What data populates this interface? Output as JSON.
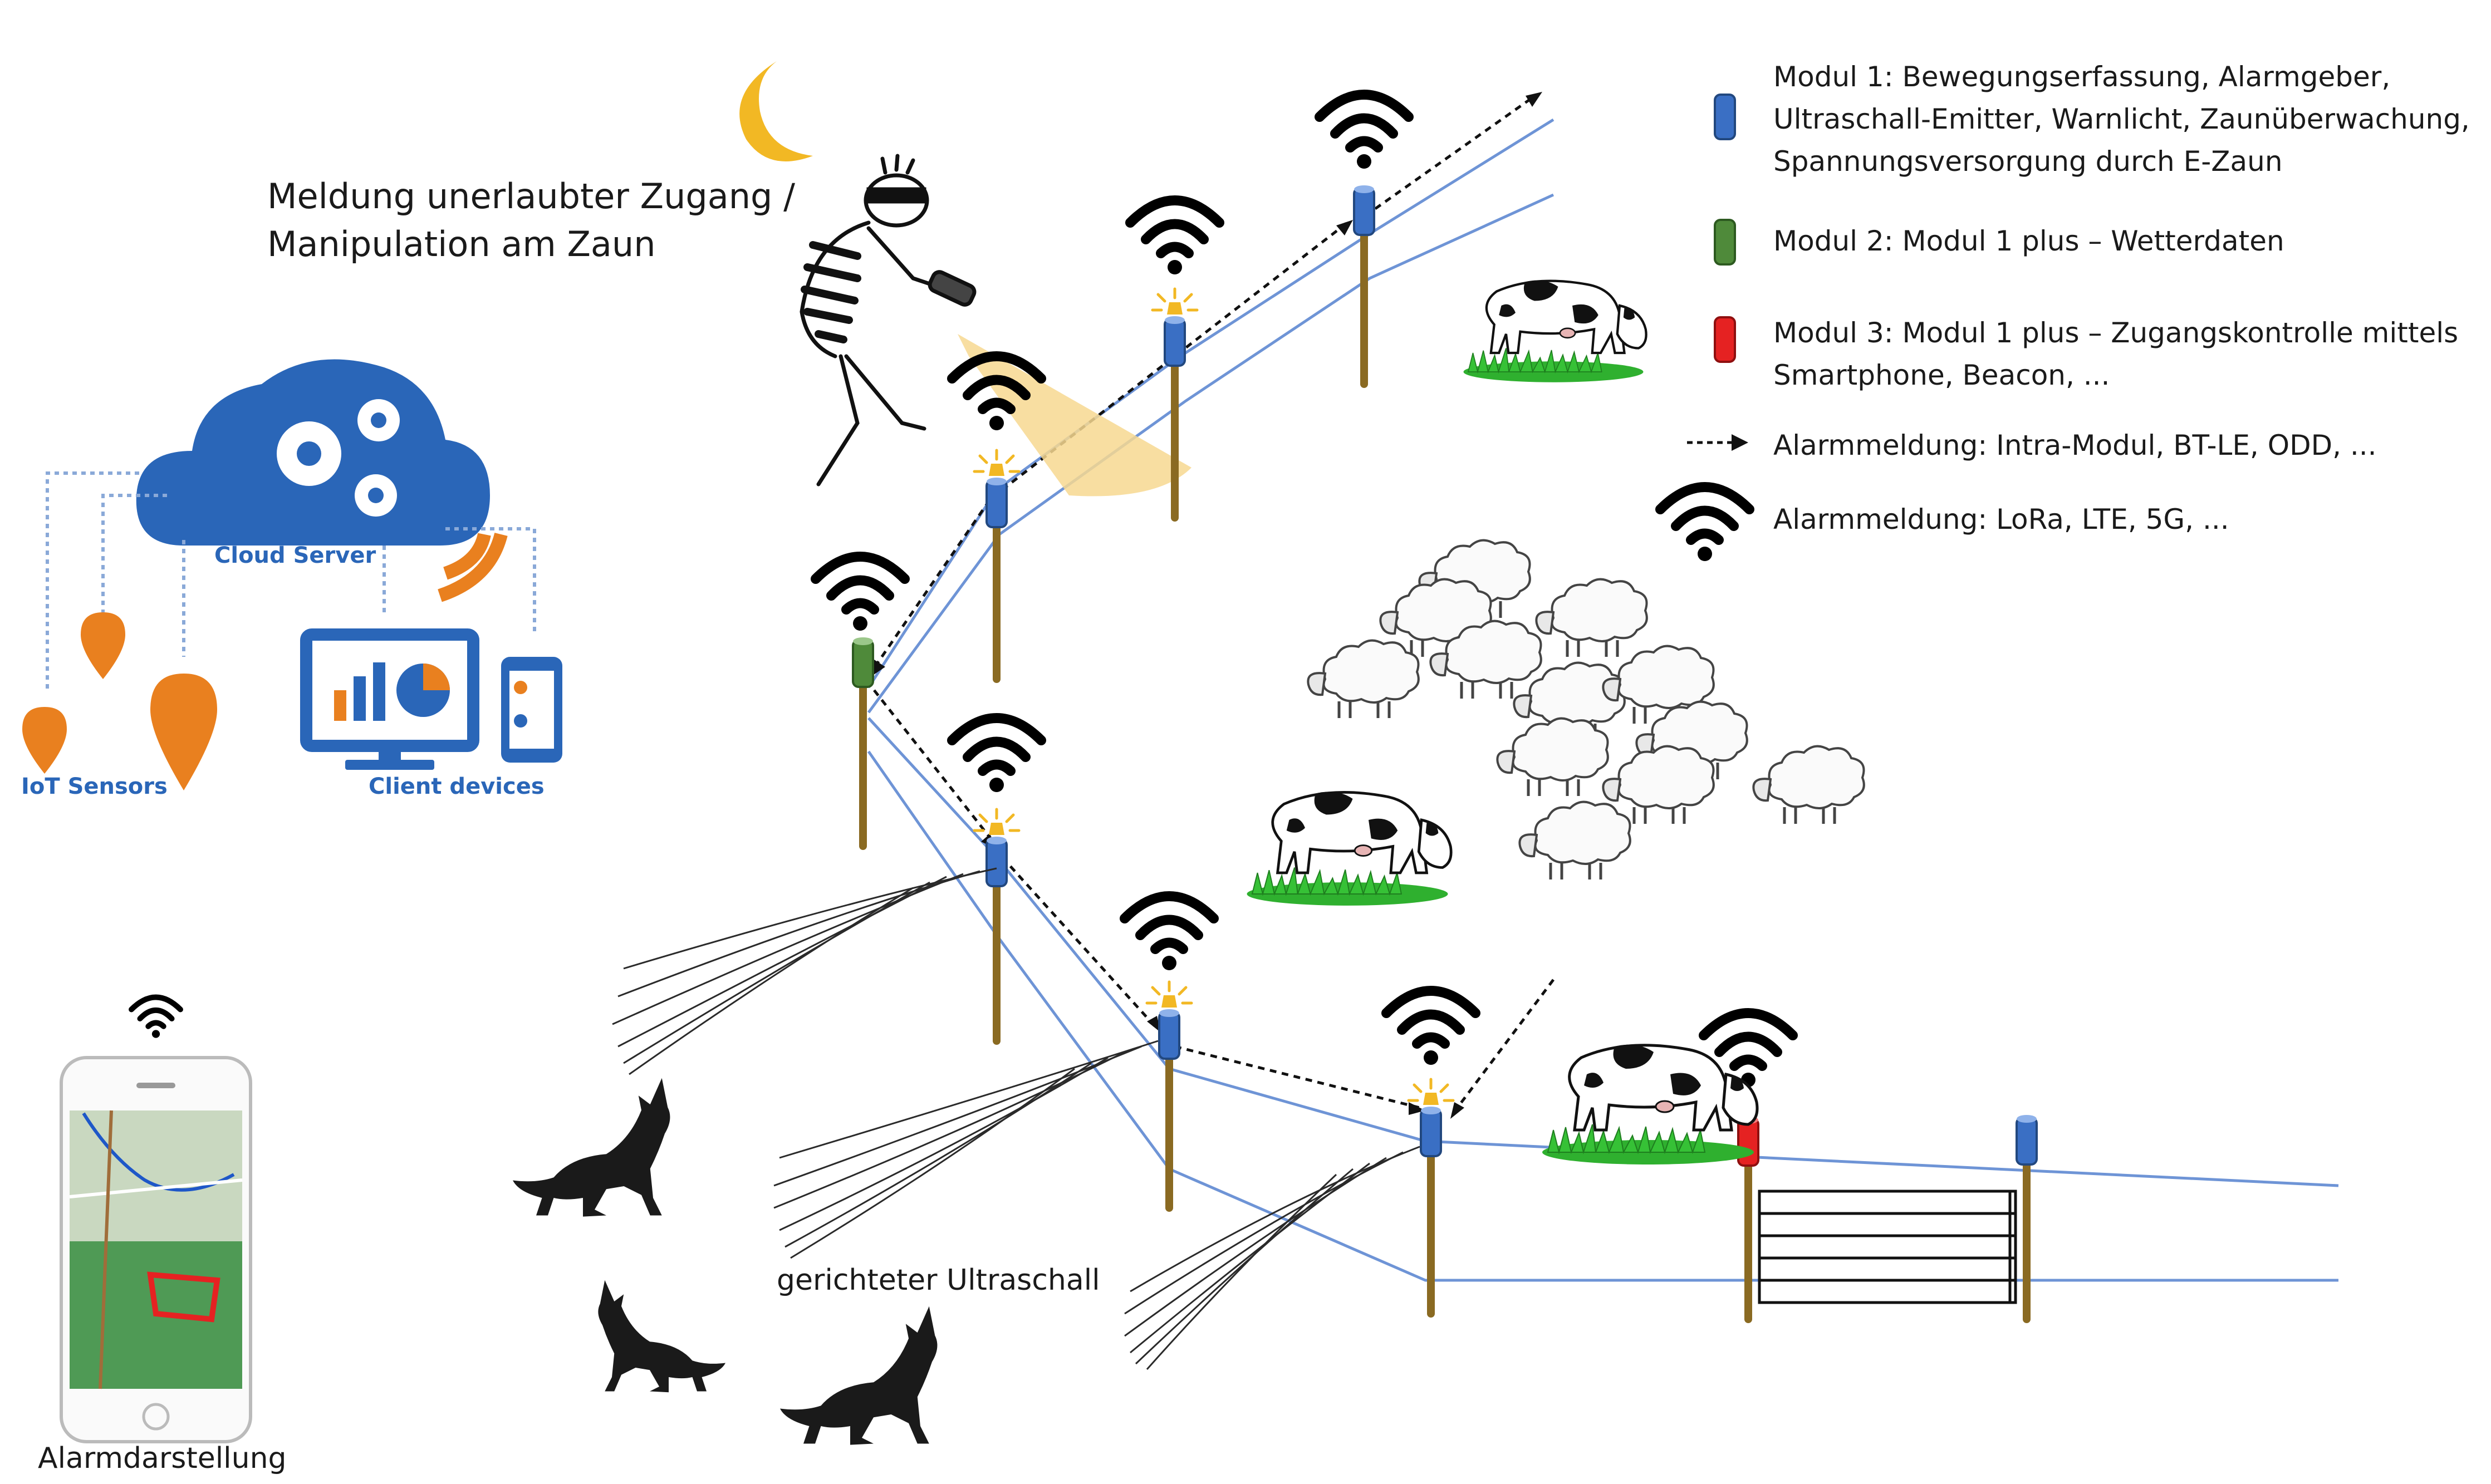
{
  "caption": {
    "line1": "Meldung unerlaubter Zugang /",
    "line2": "Manipulation am Zaun"
  },
  "cloud": {
    "server_label": "Cloud Server",
    "sensors_label": "IoT Sensors",
    "clients_label": "Client devices"
  },
  "legend": [
    {
      "key": "module1",
      "color": "#3a6fc4",
      "lines": [
        "Modul 1: Bewegungserfassung, Alarmgeber,",
        "Ultraschall-Emitter, Warnlicht, Zaunüberwachung,",
        "Spannungsversorgung durch E-Zaun"
      ]
    },
    {
      "key": "module2",
      "color": "#4f8a3a",
      "lines": [
        "Modul 2: Modul 1 plus – Wetterdaten"
      ]
    },
    {
      "key": "module3",
      "color": "#e52222",
      "lines": [
        "Modul 3: Modul 1 plus – Zugangskontrolle mittels",
        "Smartphone, Beacon, ..."
      ]
    },
    {
      "key": "arrow",
      "icon": "dashed-arrow-icon",
      "lines": [
        "Alarmmeldung: Intra-Modul, BT-LE, ODD, ..."
      ]
    },
    {
      "key": "wifi",
      "icon": "wifi-icon",
      "lines": [
        "Alarmmeldung: LoRa, LTE, 5G, ..."
      ]
    }
  ],
  "ultrasound_label": "gerichteter Ultraschall",
  "phone_label": "Alarmdarstellung",
  "colors": {
    "wire": "#6e94d6",
    "post": "#8a6a22",
    "module_blue": "#3a6fc4",
    "module_green": "#4f8a3a",
    "module_red": "#e52222",
    "cloud_blue": "#2a66b8",
    "sensor_orange": "#e9801f",
    "moon": "#f2b824",
    "light_beam": "#f7d890",
    "grass": "#2fb02f"
  }
}
